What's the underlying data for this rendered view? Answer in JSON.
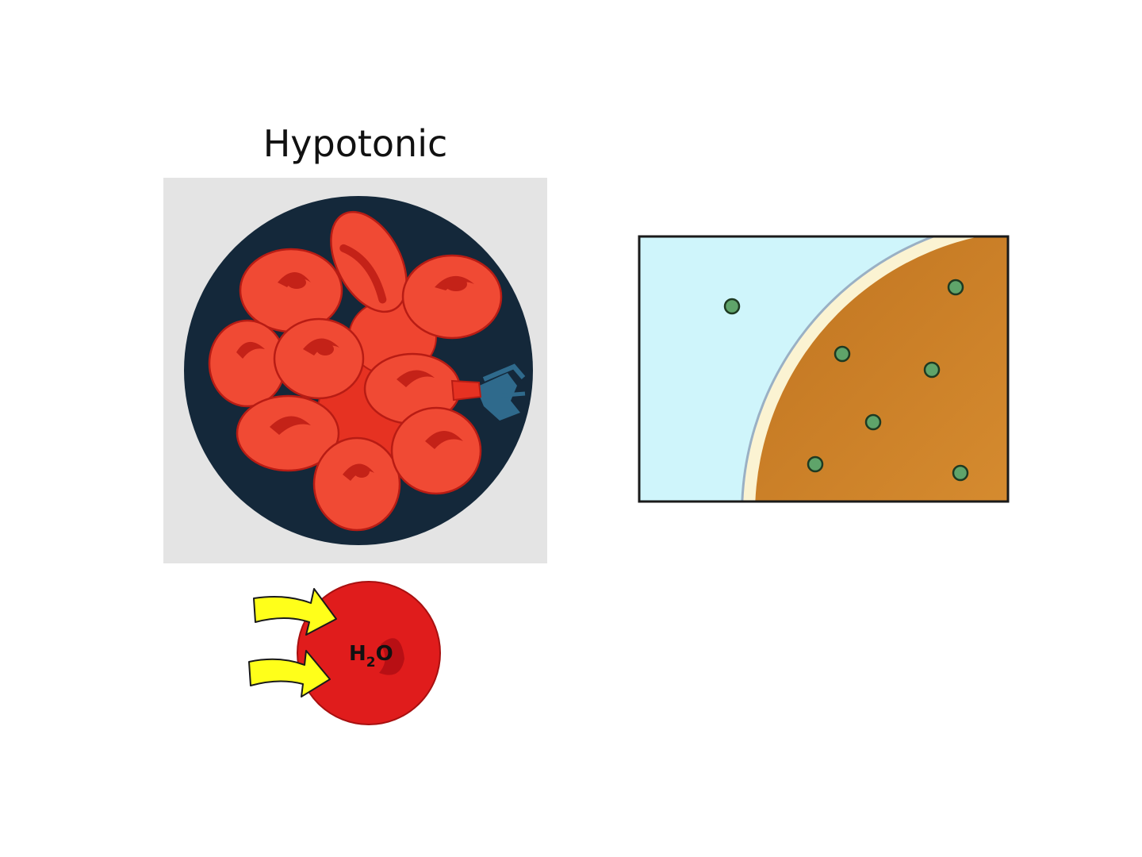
{
  "diagram": {
    "title": "Hypotonic",
    "cell_label": {
      "main": "H",
      "subscript": "2",
      "suffix": "O"
    },
    "colors": {
      "panel_bg": "#e4e4e4",
      "dish_bg": "#14283a",
      "rbc_fill": "#f04a34",
      "rbc_dark": "#c42218",
      "rbc_highlight": "#f56a52",
      "lysis_spill": "#2f6a8c",
      "arrow_fill": "#ffff1a",
      "cell_fill": "#e01c1c",
      "water_fill": "#cff5fb",
      "cell_interior_light": "#f4c064",
      "cell_interior_dark": "#cc8224",
      "membrane": "#fbf3d2",
      "particle_fill": "#5fa46a"
    },
    "icons": [
      "red-blood-cell-icon",
      "arrow-icon",
      "particle-icon"
    ]
  }
}
